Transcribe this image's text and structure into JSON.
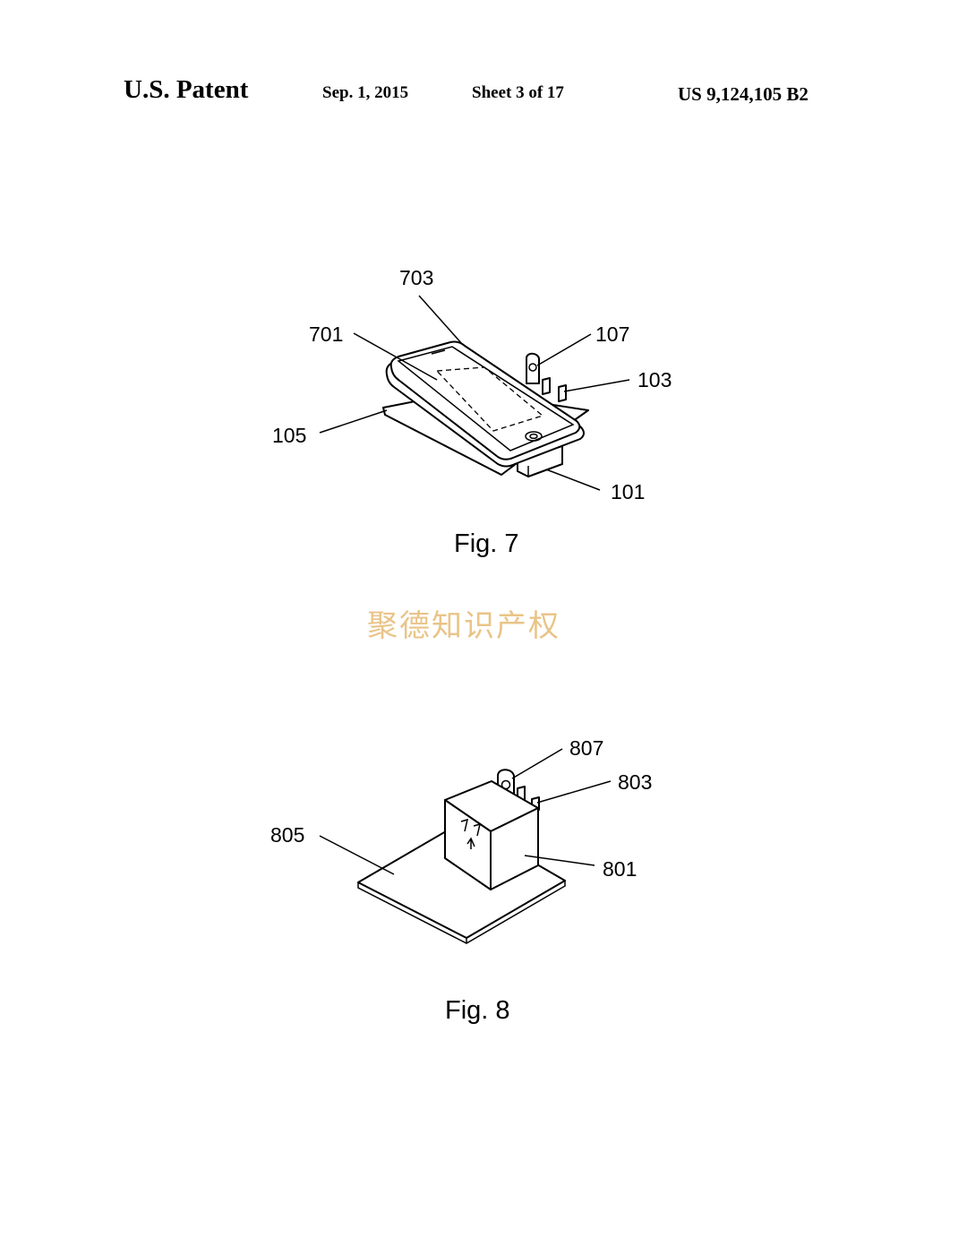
{
  "header": {
    "title": "U.S. Patent",
    "date": "Sep. 1, 2015",
    "sheet": "Sheet 3 of 17",
    "patent_number": "US 9,124,105 B2"
  },
  "figures": [
    {
      "caption": "Fig. 7",
      "labels": [
        "703",
        "701",
        "107",
        "103",
        "105",
        "101"
      ]
    },
    {
      "caption": "Fig. 8",
      "labels": [
        "807",
        "803",
        "805",
        "801"
      ]
    }
  ],
  "watermark": "聚德知识产权"
}
